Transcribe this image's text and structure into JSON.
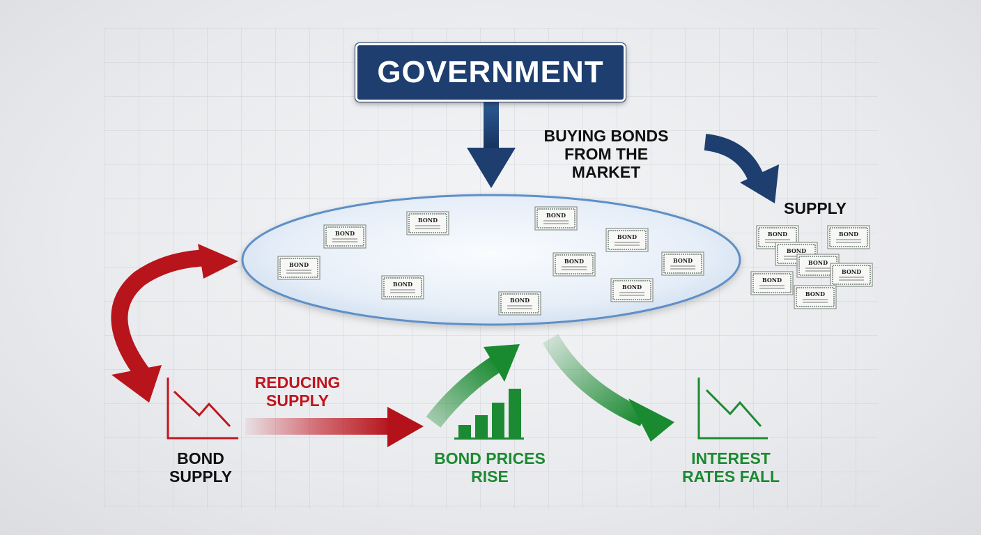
{
  "government": {
    "label": "GOVERNMENT"
  },
  "labels": {
    "buying_bonds": {
      "line1": "BUYING BONDS",
      "line2": "FROM THE MARKET"
    },
    "supply": "SUPPLY",
    "reducing_supply": {
      "line1": "REDUCING",
      "line2": "SUPPLY"
    },
    "bond_supply": {
      "line1": "BOND",
      "line2": "SUPPLY"
    },
    "bond_prices_rise": {
      "line1": "BOND PRICES",
      "line2": "RISE"
    },
    "interest_rates_fall": {
      "line1": "INTEREST",
      "line2": "RATES FALL"
    }
  },
  "bond_certificate_text": "BOND",
  "colors": {
    "navy": "#1d3e6f",
    "red": "#c0161f",
    "green": "#1c8a32",
    "pool_fill": "#dfeaf6",
    "pool_stroke": "#5f8fc6"
  },
  "icons": [
    "down-arrow-icon",
    "curved-arrow-icon",
    "declining-chart-icon",
    "rising-bar-chart-icon",
    "bond-certificate-icon"
  ]
}
